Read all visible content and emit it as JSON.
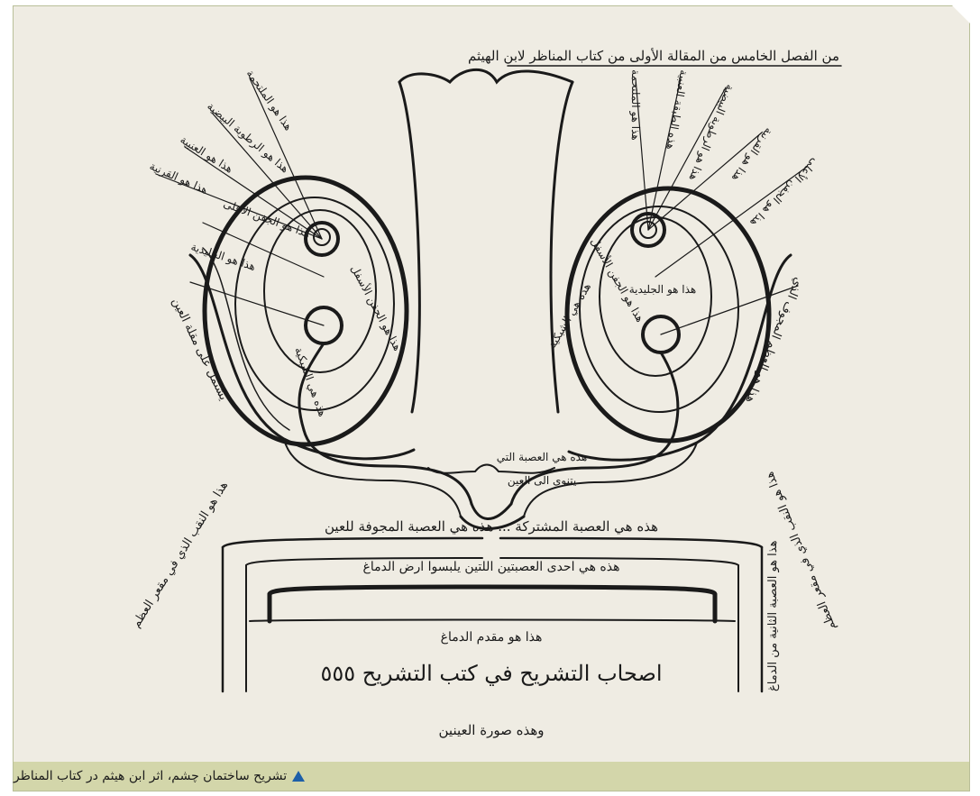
{
  "figure": {
    "header": "من الفصل الخامس من المقالة الأولى من كتاب المناظر لابن الهيثم",
    "center_lines": [
      "هذه هي العصبة المشتركة ... هذه هي العصبة المجوفة للعين",
      "هذه هي احدى العصبتين اللتين يلبسوا ارض الدماغ",
      "هذا هو مقدم الدماغ",
      "اصحاب التشريح في كتب التشريح ٥٥٥",
      "وهذه صورة العينين"
    ],
    "bridge_labels": [
      "هذه هي العصبة التي",
      "يتنوى الى العين"
    ],
    "left_eye_rays": [
      "هذا هو الملتحمة",
      "هذا هو الرطوبة البيضية",
      "هذا هو العنبية",
      "هذا هو القرنية",
      "هذا هو الجفن الأعلى",
      "هذا هو الجفن الأسفل",
      "هذه هي الشبكية",
      "هذا هو الجليدية"
    ],
    "right_eye_rays": [
      "هذا هو الملتحمة",
      "هذه الطبقة العنبية",
      "هذا هو الرطوبة البيضية",
      "هذا هو القرنية",
      "هذا هو الجفن الأعلى",
      "هذا هو الجفن الأسفل",
      "هذا هو الجليدية",
      "هذه هي الشبكية"
    ],
    "left_side_labels": [
      "يشتمل على مقلة العين",
      "هذا هو النقب الذي في مقعر العظم"
    ],
    "right_side_labels": [
      "هذا هو العظم المجوف الذي",
      "هذا هو النقب الذي في مقعر العظم",
      "هذا هو العصبة الثانية من الدماغ"
    ]
  },
  "caption": {
    "text": "تشریح ساختمان چشم، اثر ابن هیثم در کتاب المناظر",
    "icon": "triangle-icon",
    "icon_color": "#1d5fa8"
  },
  "colors": {
    "panel_bg": "#efece3",
    "caption_bg": "#d3d6aa",
    "ink": "#1a1a1a"
  }
}
